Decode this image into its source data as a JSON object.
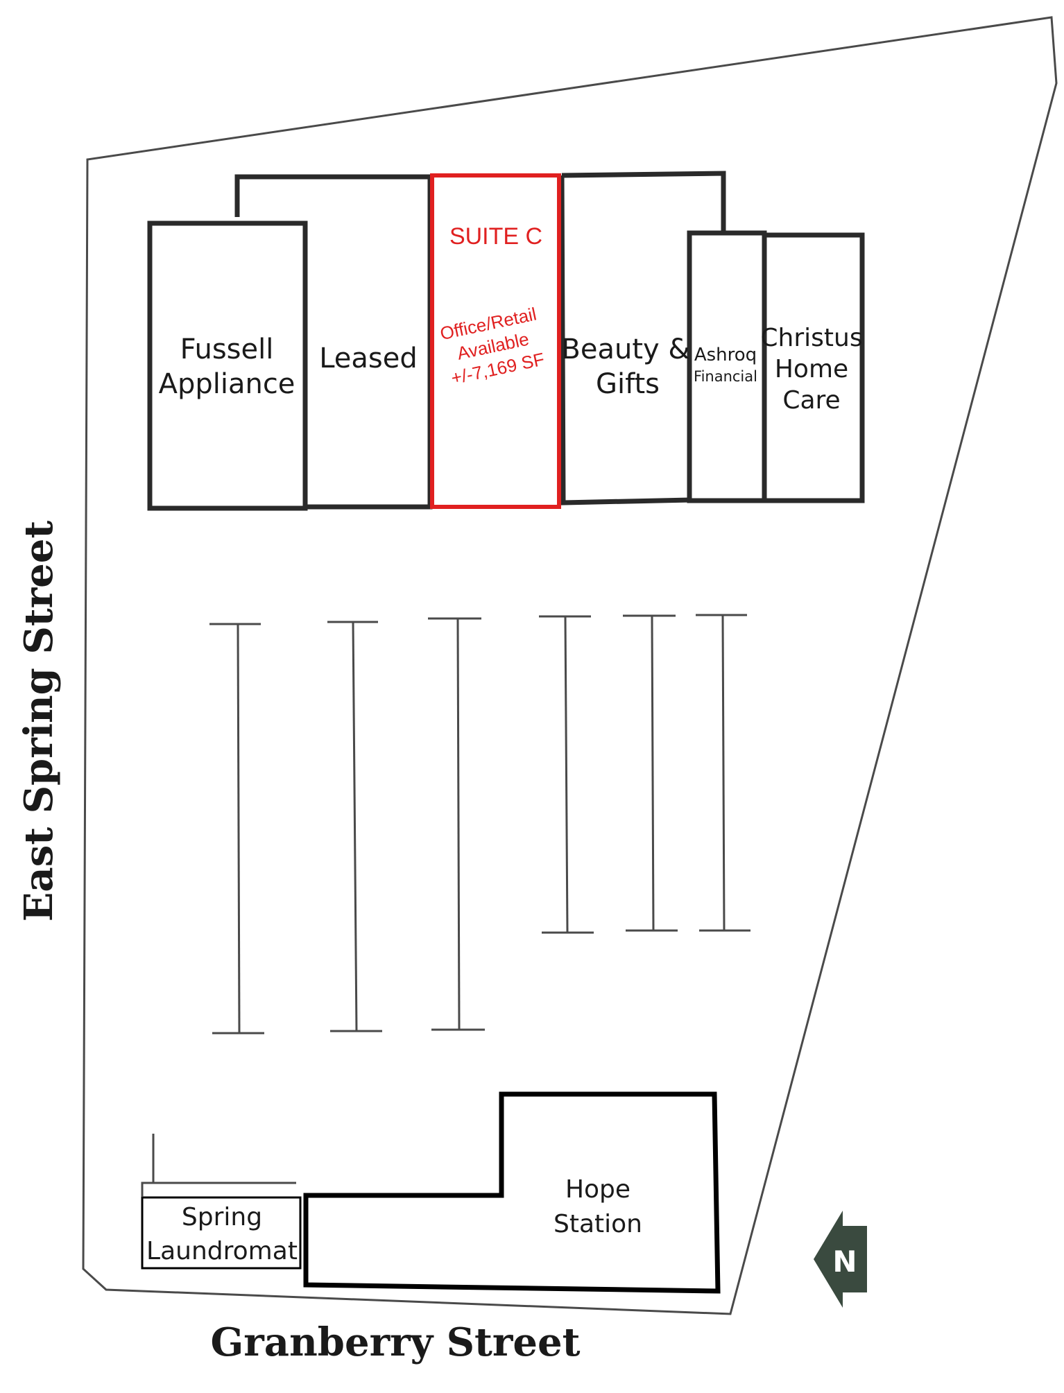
{
  "streets": {
    "west": "East Spring Street",
    "south": "Granberry Street"
  },
  "tenants": {
    "fussell": [
      "Fussell",
      "Appliance"
    ],
    "leased": "Leased",
    "suite_c": {
      "title": "SUITE C",
      "lines": [
        "Office/Retail",
        "Available",
        "+/-7,169 SF"
      ]
    },
    "beauty": [
      "Beauty &",
      "Gifts"
    ],
    "ashroq": [
      "Ashroq",
      "Financial"
    ],
    "christus": [
      "Christus",
      "Home",
      "Care"
    ],
    "hope": [
      "Hope",
      "Station"
    ],
    "laundromat": [
      "Spring",
      "Laundromat"
    ]
  },
  "north_arrow": {
    "label": "N"
  },
  "colors": {
    "available": "#e02020",
    "building_outline": "#2a2a2a",
    "lot_line": "#4a4a4a",
    "north_arrow": "#3a4a3f"
  }
}
